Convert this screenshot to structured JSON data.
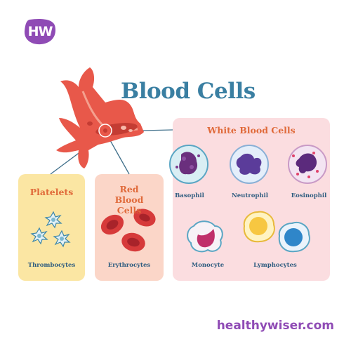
{
  "logo": {
    "text": "HW",
    "color": "#8f4bb5"
  },
  "title": "Blood Cells",
  "panels": {
    "platelets": {
      "title": "Platelets",
      "label": "Thrombocytes",
      "color": "#fbe6a3"
    },
    "red_blood_cells": {
      "title": "Red Blood Cells",
      "label": "Erythrocytes",
      "color": "#fbd6c8"
    },
    "white_blood_cells": {
      "title": "White Blood Cells",
      "color": "#fbdde0",
      "cells": {
        "basophil": "Basophil",
        "neutrophil": "Neutrophil",
        "eosinophil": "Eosinophil",
        "monocyte": "Monocyte",
        "lymphocytes": "Lymphocytes"
      }
    }
  },
  "footer": {
    "site": "healthywiser.com"
  },
  "colors": {
    "title": "#3a7fa2",
    "panel_title": "#e06a3a",
    "label": "#2f5d80",
    "brand": "#8f4bb5",
    "vessel": "#e8584a"
  },
  "icons": [
    "logo-badge-icon",
    "blood-vessel-icon",
    "platelet-cell-icon",
    "red-blood-cell-icon",
    "basophil-cell-icon",
    "neutrophil-cell-icon",
    "eosinophil-cell-icon",
    "monocyte-cell-icon",
    "lymphocyte-cell-icon"
  ]
}
